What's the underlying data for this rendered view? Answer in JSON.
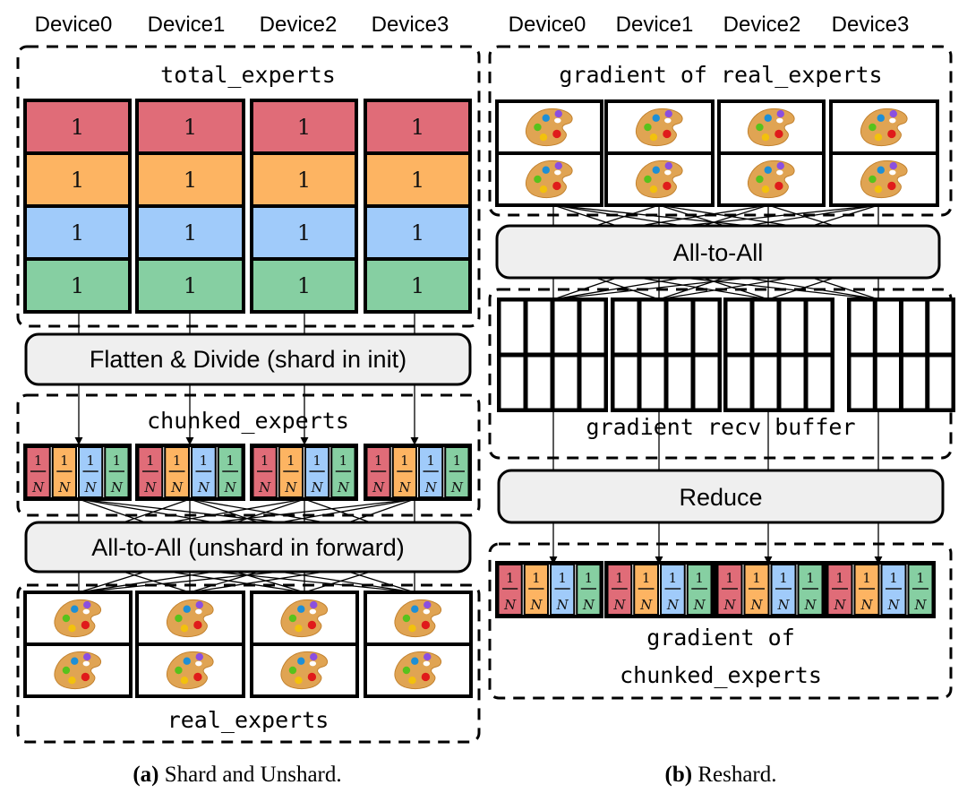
{
  "colors": {
    "red": "#e06c78",
    "orange": "#fdb462",
    "blue": "#a0cbfa",
    "green": "#86cfa2",
    "pill_fill": "#efefef",
    "palette_body": "#e0a453"
  },
  "panel_a": {
    "devices": [
      "Device0",
      "Device1",
      "Device2",
      "Device3"
    ],
    "total_experts_label": "total_experts",
    "total_experts_rows": [
      {
        "color": "red",
        "value": "1"
      },
      {
        "color": "orange",
        "value": "1"
      },
      {
        "color": "blue",
        "value": "1"
      },
      {
        "color": "green",
        "value": "1"
      }
    ],
    "flatten_label": "Flatten & Divide (shard in init)",
    "chunked_label": "chunked_experts",
    "chunk_cells": [
      {
        "color": "red",
        "num": "1",
        "den": "N"
      },
      {
        "color": "orange",
        "num": "1",
        "den": "N"
      },
      {
        "color": "blue",
        "num": "1",
        "den": "N"
      },
      {
        "color": "green",
        "num": "1",
        "den": "N"
      }
    ],
    "all_to_all_label": "All-to-All (unshard in forward)",
    "real_experts_label": "real_experts",
    "palette_icon": "artist-palette-icon",
    "caption_bold": "(a)",
    "caption_text": " Shard and Unshard."
  },
  "panel_b": {
    "devices": [
      "Device0",
      "Device1",
      "Device2",
      "Device3"
    ],
    "grad_real_label": "gradient of real_experts",
    "all_to_all_label": "All-to-All",
    "recv_buffer_label": "gradient recv buffer",
    "recv_slices": [
      "left",
      "mid-left",
      "mid-right",
      "right"
    ],
    "reduce_label": "Reduce",
    "grad_chunked_label_line1": "gradient of",
    "grad_chunked_label_line2": "chunked_experts",
    "chunk_cells": [
      {
        "color": "red",
        "num": "1",
        "den": "N"
      },
      {
        "color": "orange",
        "num": "1",
        "den": "N"
      },
      {
        "color": "blue",
        "num": "1",
        "den": "N"
      },
      {
        "color": "green",
        "num": "1",
        "den": "N"
      }
    ],
    "caption_bold": "(b)",
    "caption_text": " Reshard."
  }
}
